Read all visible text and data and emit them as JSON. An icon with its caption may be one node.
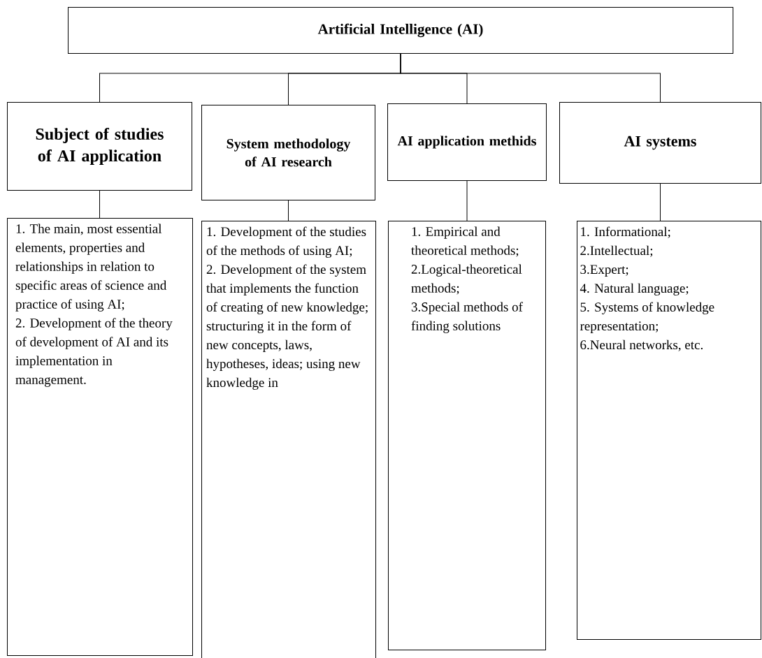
{
  "diagram": {
    "nodes": [
      {
        "text": [
          "Artificial Intelligence (AI)"
        ]
      },
      {
        "text": [
          "Subject of studies of AI application"
        ]
      },
      {
        "text": [
          "System methodology of AI research"
        ]
      },
      {
        "text": [
          "AI application methids"
        ]
      },
      {
        "text": [
          "AI systems"
        ]
      },
      {
        "text": [
          "1. The main, most essential elements, properties and relationships in relation to specific areas of science and practice of using AI;",
          "2. Development of the theory of development of AI and its implementation in management."
        ]
      },
      {
        "text": [
          "1. Development of the studies of the methods of using AI;",
          "2. Development of the system that implements the function of creating of new knowledge; structuring it in the form of new concepts, laws, hypotheses, ideas; using new knowledge in"
        ]
      },
      {
        "text": [
          "1. Empirical and theoretical methods;",
          "2.Logical-theoretical methods;",
          "3.Special methods of finding solutions"
        ]
      },
      {
        "text": [
          "1. Informational;",
          "2.Intellectual;",
          "3.Expert;",
          "4. Natural language;",
          "5. Systems of knowledge representation;",
          "6.Neural networks, etc."
        ]
      }
    ],
    "edges": [
      {
        "from": 0,
        "to": 1,
        "arrow": "none"
      },
      {
        "from": 0,
        "to": 2,
        "arrow": "none"
      },
      {
        "from": 0,
        "to": 3,
        "arrow": "none"
      },
      {
        "from": 0,
        "to": 4,
        "arrow": "none"
      },
      {
        "from": 1,
        "to": 5,
        "arrow": "none"
      },
      {
        "from": 2,
        "to": 6,
        "arrow": "none"
      },
      {
        "from": 3,
        "to": 7,
        "arrow": "none"
      },
      {
        "from": 4,
        "to": 8,
        "arrow": "none"
      }
    ]
  }
}
